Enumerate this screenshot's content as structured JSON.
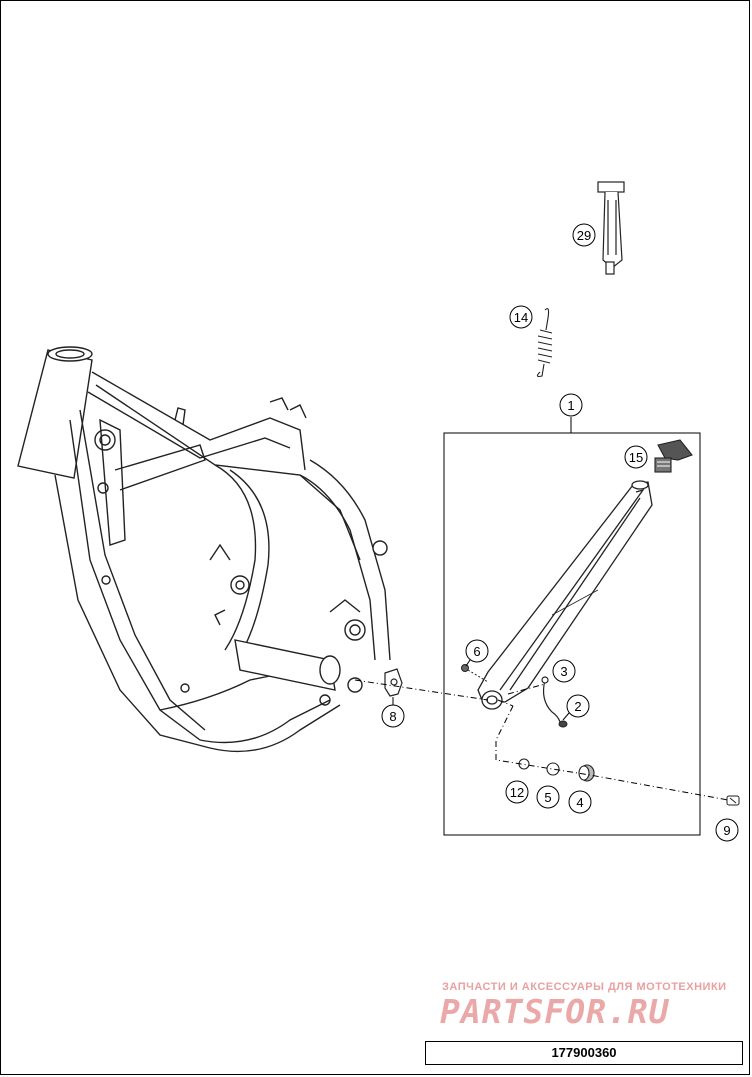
{
  "callouts": {
    "c1": "1",
    "c2": "2",
    "c3": "3",
    "c4": "4",
    "c5": "5",
    "c6": "6",
    "c8": "8",
    "c9": "9",
    "c12": "12",
    "c14": "14",
    "c15": "15",
    "c29": "29"
  },
  "watermark": {
    "tagline": "ЗАПЧАСТИ И АКСЕССУАРЫ ДЛЯ МОТОТЕХНИКИ",
    "logo": "PARTSFOR.RU"
  },
  "drawing_number": "177900360",
  "colors": {
    "line": "#000000",
    "parts": "#333333",
    "watermark": "#e89a9a"
  }
}
